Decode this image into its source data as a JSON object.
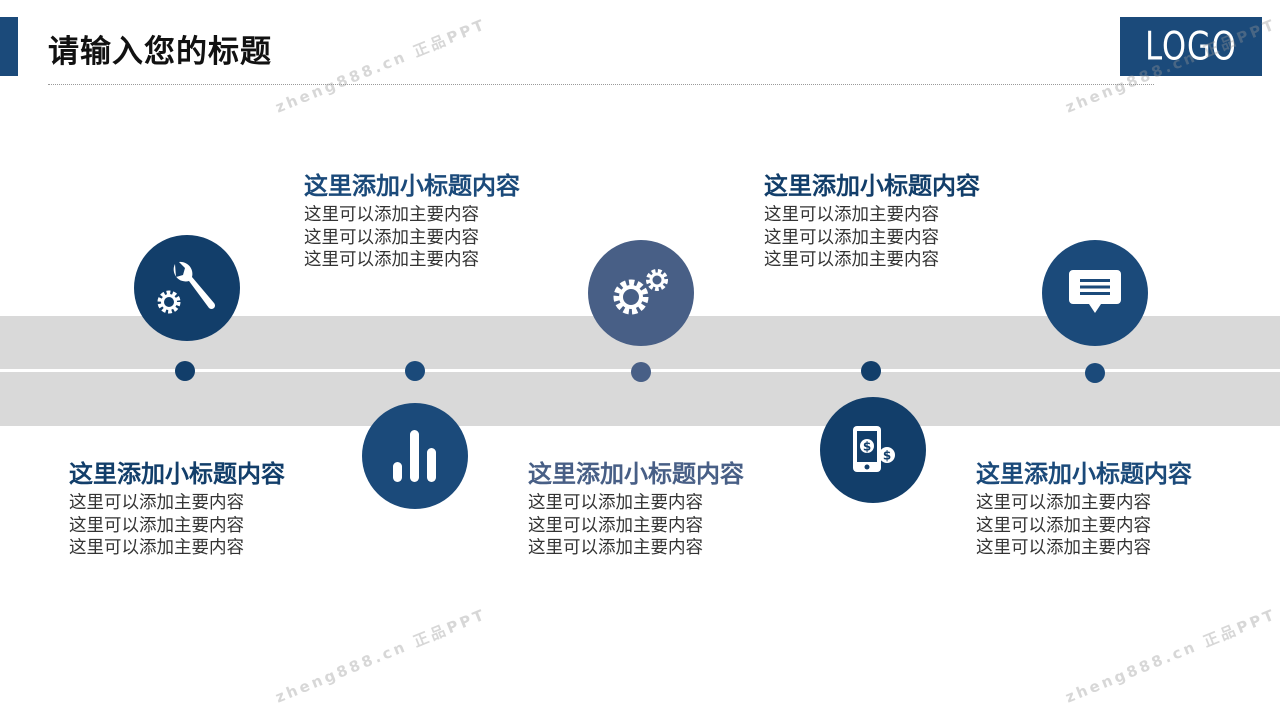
{
  "slide": {
    "title": "请输入您的标题",
    "logo_text": "LOGO"
  },
  "colors": {
    "primary": "#1b4a7a",
    "navy": "#123e6a",
    "slate": "#485f86",
    "band": "#d9d9d9",
    "title_text": "#111111",
    "body_text": "#333333"
  },
  "steps": [
    {
      "position": "bottom",
      "icon": "wrench-gear-icon",
      "heading": "这里添加小标题内容",
      "lines": [
        "这里可以添加主要内容",
        "这里可以添加主要内容",
        "这里可以添加主要内容"
      ]
    },
    {
      "position": "top",
      "icon": "bar-chart-icon",
      "heading": "这里添加小标题内容",
      "lines": [
        "这里可以添加主要内容",
        "这里可以添加主要内容",
        "这里可以添加主要内容"
      ]
    },
    {
      "position": "bottom",
      "icon": "gears-icon",
      "heading": "这里添加小标题内容",
      "lines": [
        "这里可以添加主要内容",
        "这里可以添加主要内容",
        "这里可以添加主要内容"
      ]
    },
    {
      "position": "top",
      "icon": "mobile-payment-icon",
      "heading": "这里添加小标题内容",
      "lines": [
        "这里可以添加主要内容",
        "这里可以添加主要内容",
        "这里可以添加主要内容"
      ]
    },
    {
      "position": "bottom",
      "icon": "chat-bubble-icon",
      "heading": "这里添加小标题内容",
      "lines": [
        "这里可以添加主要内容",
        "这里可以添加主要内容",
        "这里可以添加主要内容"
      ]
    }
  ],
  "watermark": "zheng888.cn 正品PPT"
}
